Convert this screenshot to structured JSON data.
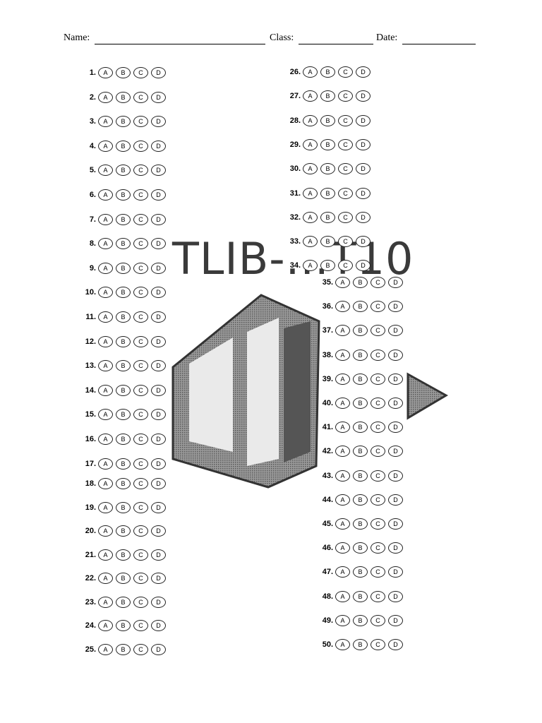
{
  "header": {
    "name_label": "Name:",
    "class_label": "Class:",
    "date_label": "Date:"
  },
  "watermark": {
    "text": "TLIB-...T10"
  },
  "choices": [
    "A",
    "B",
    "C",
    "D"
  ],
  "questions": [
    "1.",
    "2.",
    "3.",
    "4.",
    "5.",
    "6.",
    "7.",
    "8.",
    "9.",
    "10.",
    "11.",
    "12.",
    "13.",
    "14.",
    "15.",
    "16.",
    "17.",
    "18.",
    "19.",
    "20.",
    "21.",
    "22.",
    "23.",
    "24.",
    "25.",
    "26.",
    "27.",
    "28.",
    "29.",
    "30.",
    "31.",
    "32.",
    "33.",
    "34.",
    "35.",
    "36.",
    "37.",
    "38.",
    "39.",
    "40.",
    "41.",
    "42.",
    "43.",
    "44.",
    "45.",
    "46.",
    "47.",
    "48.",
    "49.",
    "50."
  ]
}
